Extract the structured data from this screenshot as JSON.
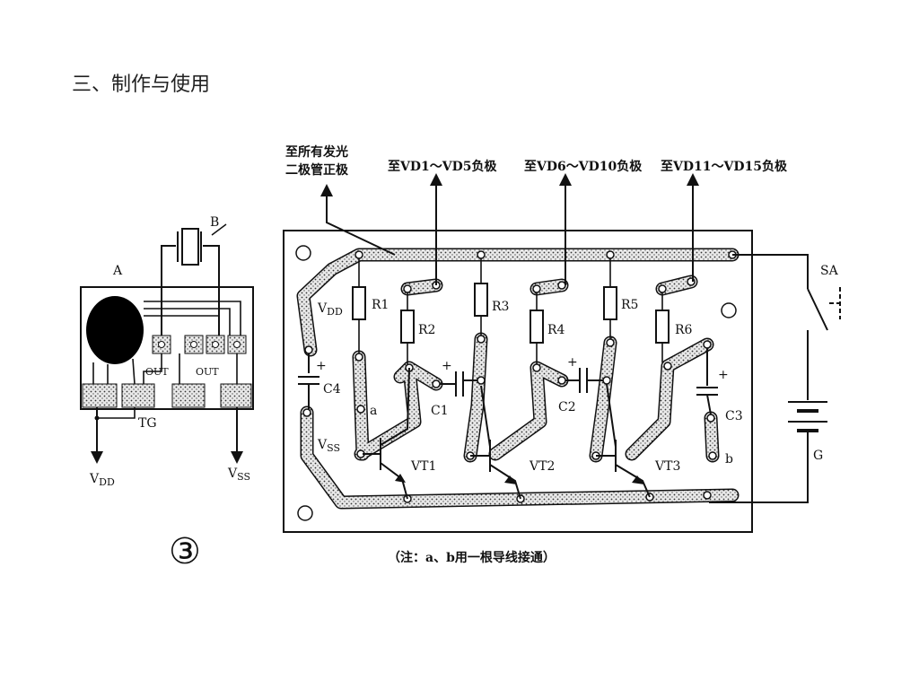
{
  "slide": {
    "heading": "三、制作与使用"
  },
  "module": {
    "label_a": "A",
    "label_b": "B",
    "out1": "OUT",
    "out2": "OUT",
    "tg": "TG",
    "vdd_main": "V",
    "vdd_sub": "DD",
    "vss_main": "V",
    "vss_sub": "SS"
  },
  "figure": {
    "number": "③"
  },
  "board": {
    "top_left_line1": "至所有发光",
    "top_left_line2": "二极管正极",
    "to_vd1_5": "至VD1～VD5负极",
    "to_vd6_10": "至VD6～VD10负极",
    "to_vd11_15": "至VD11～VD15负极",
    "vdd_main": "V",
    "vdd_sub": "DD",
    "vss_main": "V",
    "vss_sub": "SS",
    "c4": "C4",
    "r1": "R1",
    "r2": "R2",
    "r3": "R3",
    "r4": "R4",
    "r5": "R5",
    "r6": "R6",
    "c1": "C1",
    "c2": "C2",
    "c3": "C3",
    "vt1": "VT1",
    "vt2": "VT2",
    "vt3": "VT3",
    "node_a": "a",
    "node_b": "b",
    "plus": "+",
    "sa": "SA",
    "g": "G",
    "note": "（注：a、b用一根导线接通）"
  }
}
